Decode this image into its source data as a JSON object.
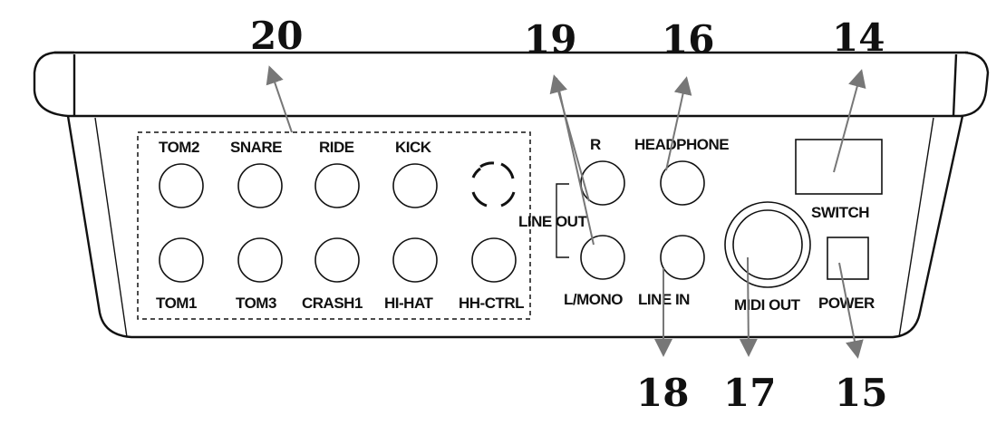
{
  "figure": {
    "callouts": {
      "c20": "20",
      "c19": "19",
      "c16": "16",
      "c14": "14",
      "c18": "18",
      "c17": "17",
      "c15": "15"
    },
    "pad_inputs_top": [
      "TOM2",
      "SNARE",
      "RIDE",
      "KICK"
    ],
    "pad_inputs_bottom": [
      "TOM1",
      "TOM3",
      "CRASH1",
      "HI-HAT",
      "HH-CTRL"
    ],
    "outputs": {
      "r": "R",
      "headphone": "HEADPHONE",
      "line_out": "LINE  OUT",
      "l_mono": "L/MONO",
      "line_in": "LINE  IN",
      "midi_out": "MIDI  OUT",
      "switch": "SWITCH",
      "power": "POWER"
    }
  }
}
